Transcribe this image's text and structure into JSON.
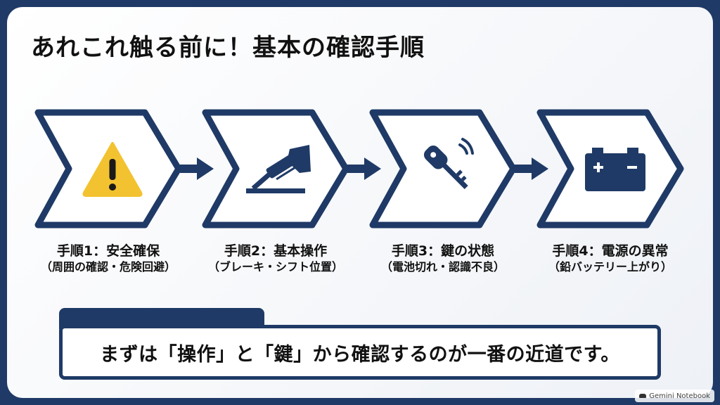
{
  "title": "あれこれ触る前に！基本の確認手順",
  "steps": [
    {
      "label": "手順1：安全確保",
      "sub": "（周囲の確認・危険回避）",
      "icon": "warning-icon"
    },
    {
      "label": "手順2：基本操作",
      "sub": "（ブレーキ・シフト位置）",
      "icon": "brake-pedal-icon"
    },
    {
      "label": "手順3：鍵の状態",
      "sub": "（電池切れ・認識不良）",
      "icon": "car-key-icon"
    },
    {
      "label": "手順4：電源の異常",
      "sub": "（鉛バッテリー上がり）",
      "icon": "battery-icon"
    }
  ],
  "callout": "まずは「操作」と「鍵」から確認するのが一番の近道です。",
  "watermark": "Gemini Notebook",
  "colors": {
    "navy": "#1f3a66",
    "warning": "#f2c230",
    "background": "#ffffff"
  }
}
